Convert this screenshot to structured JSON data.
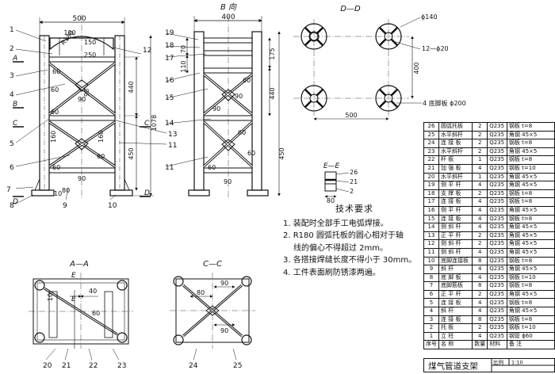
{
  "drawing_title": "煤气管道支架",
  "scale_label": "比例",
  "scale_value": "1:10",
  "views": {
    "front_view": {
      "dims": {
        "width": "500",
        "width_top": "100",
        "radius": "R180",
        "r_offset": "150",
        "h_total": "1078",
        "h_upper": "440",
        "h_lower": "450",
        "side_top": "250",
        "side_low": "10",
        "foot_w": "80",
        "foot_h": "10"
      },
      "angles": [
        "60",
        "60",
        "60",
        "60",
        "60"
      ],
      "brace_dims": [
        "90",
        "90",
        "90",
        "160",
        "160"
      ],
      "part_labels": [
        "1",
        "2",
        "3",
        "4",
        "5",
        "6",
        "7",
        "8",
        "9",
        "10",
        "11",
        "12",
        "13"
      ],
      "section_marks": [
        "A",
        "A",
        "B",
        "B",
        "C",
        "C",
        "D",
        "D"
      ]
    },
    "b_view": {
      "title": "B 向",
      "dims": {
        "width": "400",
        "d70": "70",
        "d110": "110",
        "d175": "175",
        "d440": "440",
        "d450": "450"
      },
      "angles": [
        "60",
        "60",
        "60",
        "60"
      ],
      "brace_dims": [
        "90",
        "90",
        "90"
      ],
      "part_labels": [
        "19",
        "18",
        "17",
        "16",
        "15",
        "14",
        "11"
      ]
    },
    "d_view": {
      "title": "D—D",
      "dims": {
        "hole": "ϕ140",
        "bolts": "12—ϕ20",
        "spacing_v": "400",
        "spacing_h": "500",
        "plate": "4 底脚板 ϕ200"
      }
    },
    "e_view": {
      "title": "E—E",
      "dims": {
        "w": "80"
      },
      "part_labels": [
        "26",
        "21",
        "2"
      ]
    },
    "a_view": {
      "title": "A—A",
      "dims": {
        "d10": "10",
        "d40": "40",
        "d60": "60"
      },
      "part_labels": [
        "E",
        "E",
        "20",
        "21",
        "22",
        "23"
      ]
    },
    "c_view": {
      "title": "C—C",
      "dims": {
        "d80": "80",
        "d90a": "90",
        "d90b": "90"
      },
      "part_labels": [
        "24",
        "25"
      ]
    }
  },
  "notes": {
    "title": "技术要求",
    "lines": [
      "1. 装配时全部手工电弧焊接。",
      "2. R180 圆弧托板的圆心相对于轴",
      "线的偏心不得超过 2mm。",
      "3. 各搭接焊缝长度不得小于 30mm。",
      "4. 工件表面刷防锈漆两遍。"
    ]
  },
  "bom": {
    "rows": [
      [
        "26",
        "圆弧托板",
        "2",
        "Q235",
        "钢板 t=8"
      ],
      [
        "25",
        "水平斜杆",
        "2",
        "Q235",
        "角钢 45×5"
      ],
      [
        "24",
        "连 接 板",
        "2",
        "Q235",
        "钢板 t=8"
      ],
      [
        "23",
        "水平斜杆",
        "2",
        "Q235",
        "角钢 45×5"
      ],
      [
        "22",
        "杆    板",
        "1",
        "Q235",
        "钢板 t=8"
      ],
      [
        "21",
        "加 强 板",
        "4",
        "Q235",
        "钢板 t=10"
      ],
      [
        "20",
        "水平斜杆",
        "1",
        "Q235",
        "角钢 45×5"
      ],
      [
        "19",
        "侧 平 杆",
        "4",
        "Q235",
        "角钢 45×5"
      ],
      [
        "18",
        "支 撑 板",
        "2",
        "Q235",
        "钢板 t=8"
      ],
      [
        "17",
        "连 接 板",
        "4",
        "Q235",
        "钢板 t=8"
      ],
      [
        "16",
        "侧 平 杆",
        "4",
        "Q235",
        "角钢 45×5"
      ],
      [
        "15",
        "连 接 板",
        "4",
        "Q235",
        "钢板 t=8"
      ],
      [
        "14",
        "侧 斜 杆",
        "4",
        "Q235",
        "角钢 45×5"
      ],
      [
        "13",
        "正 平 杆",
        "2",
        "Q235",
        "角钢 45×5"
      ],
      [
        "12",
        "侧 斜 杆",
        "2",
        "Q235",
        "角钢 45×5"
      ],
      [
        "11",
        "侧 斜 杆",
        "4",
        "Q235",
        "角钢 45×5"
      ],
      [
        "10",
        "底脚连接板",
        "8",
        "Q235",
        "钢板 t=8"
      ],
      [
        "9",
        "斜    杆",
        "4",
        "Q235",
        "角钢 45×5"
      ],
      [
        "8",
        "底 脚 板",
        "4",
        "Q235",
        "钢板 t=10"
      ],
      [
        "7",
        "底脚筋板",
        "8",
        "Q235",
        "钢板 t=8"
      ],
      [
        "6",
        "正 平 杆",
        "2",
        "Q235",
        "角钢 45×5"
      ],
      [
        "5",
        "连 接 板",
        "4",
        "Q235",
        "钢板 t=8"
      ],
      [
        "4",
        "斜    杆",
        "4",
        "Q235",
        "角钢 45×5"
      ],
      [
        "3",
        "连 接 板",
        "8",
        "Q235",
        "钢板 t=8"
      ],
      [
        "2",
        "托    板",
        "2",
        "Q235",
        "钢板 t=10"
      ],
      [
        "1",
        "立    柱",
        "4",
        "Q235",
        "钢管 ϕ60"
      ]
    ],
    "header": [
      "序号",
      "名  称",
      "数量",
      "材料",
      "备    注"
    ]
  }
}
